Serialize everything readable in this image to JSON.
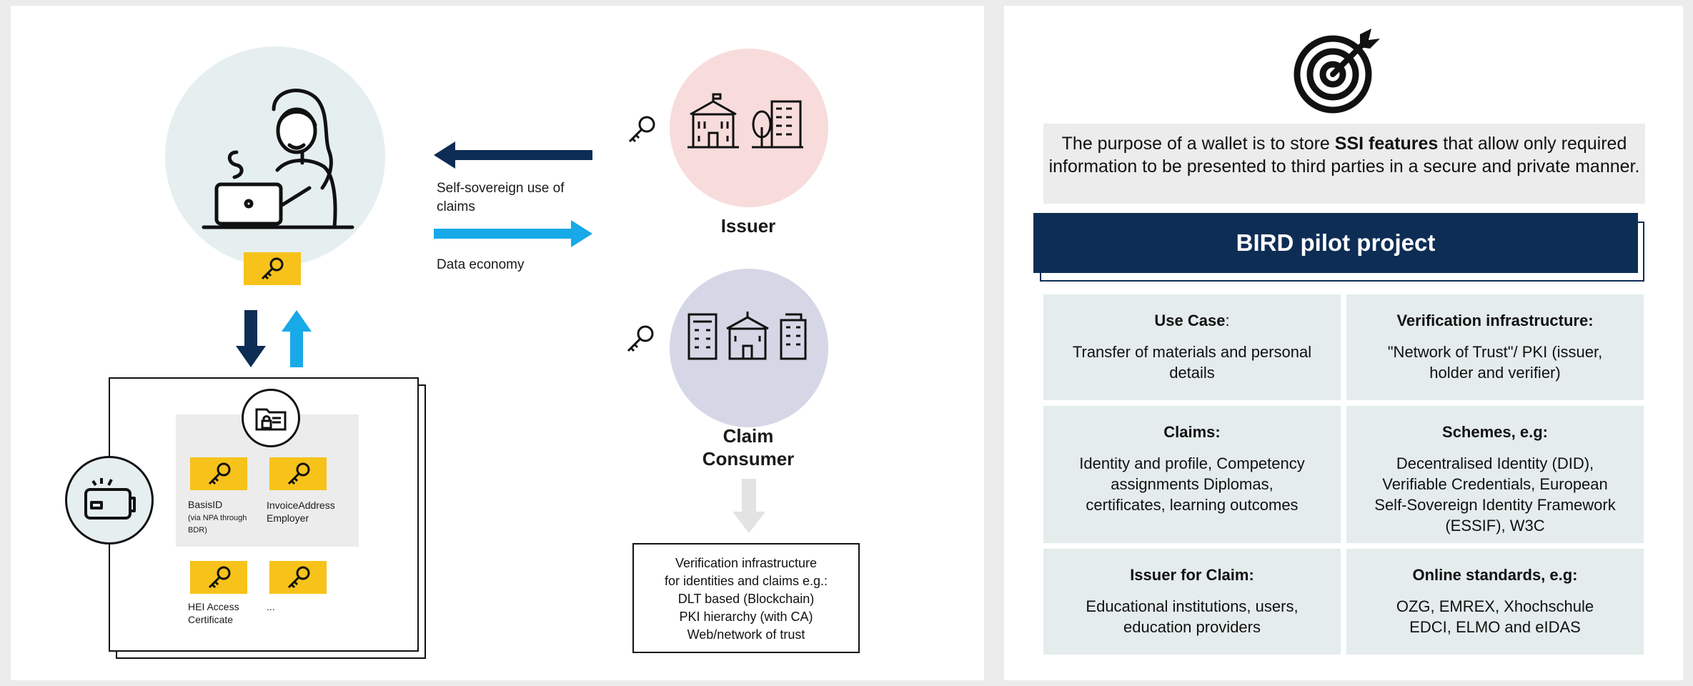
{
  "diagram": {
    "arrow_left_label": "Self-sovereign use of claims",
    "arrow_right_label": "Data economy",
    "issuer_label": "Issuer",
    "consumer_label": "Claim Consumer",
    "wallet_claims": [
      {
        "label": "BasisID",
        "sub": "(via NPA through BDR)"
      },
      {
        "label": "InvoiceAddress Employer",
        "sub": ""
      },
      {
        "label": "HEI Access Certificate",
        "sub": ""
      },
      {
        "label": "...",
        "sub": ""
      }
    ],
    "verification_box": {
      "lines": [
        "Verification infrastructure",
        "for identities and claims e.g.:",
        "DLT based (Blockchain)",
        "PKI hierarchy (with CA)",
        "Web/network of trust"
      ]
    }
  },
  "purpose": {
    "before": "The purpose of a wallet is to store ",
    "bold": "SSI features",
    "after": " that allow only required information to be presented to third parties in a secure and private manner."
  },
  "pilot": {
    "title": "BIRD pilot project",
    "cells": [
      {
        "heading": "Use Case",
        "suffix": ":",
        "body": "Transfer of materials and personal details"
      },
      {
        "heading": "Verification infrastructure:",
        "suffix": "",
        "body": "\"Network of Trust\"/ PKI (issuer, holder and verifier)"
      },
      {
        "heading": "Claims:",
        "suffix": "",
        "body": "Identity and profile, Competency assignments Diplomas, certificates, learning outcomes"
      },
      {
        "heading": "Schemes, e.g:",
        "suffix": "",
        "body": "Decentralised Identity (DID), Verifiable Credentials, European Self-Sovereign Identity Framework (ESSIF), W3C"
      },
      {
        "heading": "Issuer for Claim:",
        "suffix": "",
        "body": "Educational institutions, users, education providers"
      },
      {
        "heading": "Online standards, e.g:",
        "suffix": "",
        "body": "OZG, EMREX, Xhochschule EDCI, ELMO and eIDAS"
      }
    ]
  },
  "colors": {
    "navy": "#0d2d55",
    "cyan": "#17a9e8",
    "yellow": "#f7c21a",
    "user_circle": "#e6efef",
    "issuer_circle": "#f8dcdc",
    "consumer_circle": "#d6d7e6",
    "cell_bg": "#e4ecec"
  },
  "icons": [
    "target-icon",
    "user-laptop-icon",
    "key-icon",
    "building-icon",
    "folder-lock-icon",
    "wallet-icon"
  ]
}
